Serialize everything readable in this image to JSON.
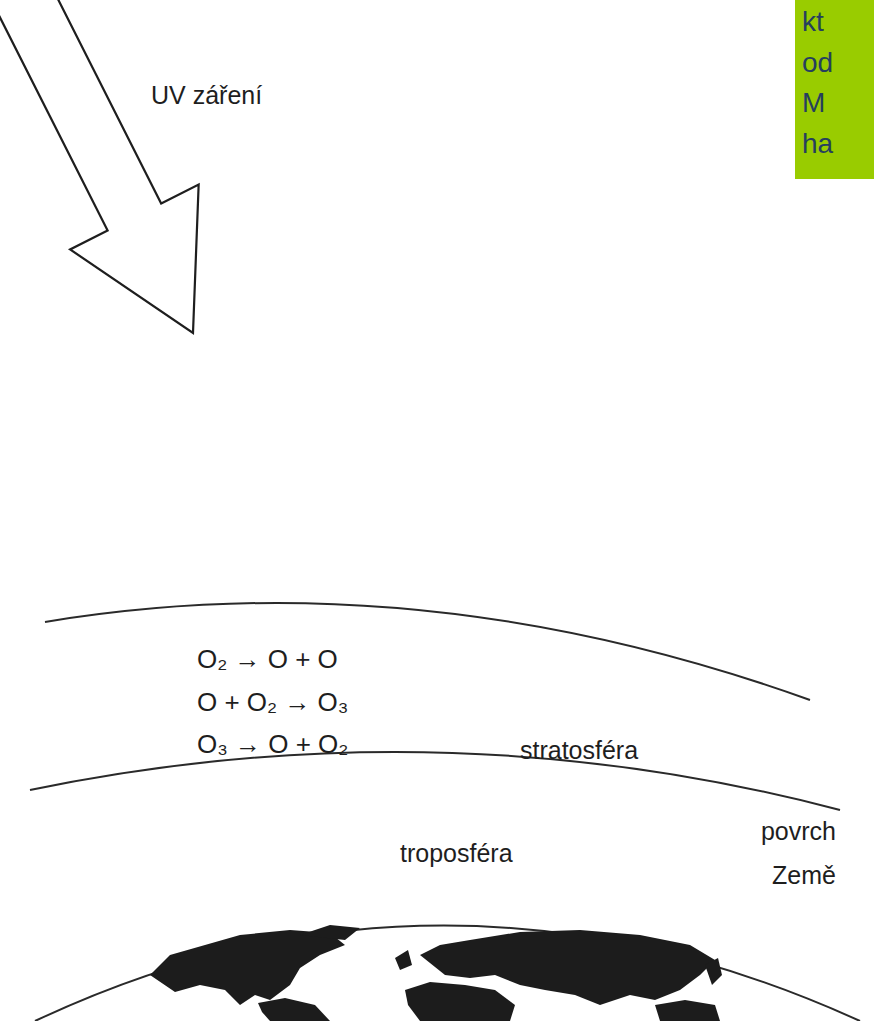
{
  "diagram": {
    "nodes": [
      {
        "text": [
          "kt od M ha"
        ]
      }
    ],
    "labels": [
      "UV záření",
      "O₂ → O + O",
      "O + O₂ → O₃",
      "O₃ → O + O₂",
      "stratosféra",
      "troposféra",
      "povrch Země"
    ]
  }
}
